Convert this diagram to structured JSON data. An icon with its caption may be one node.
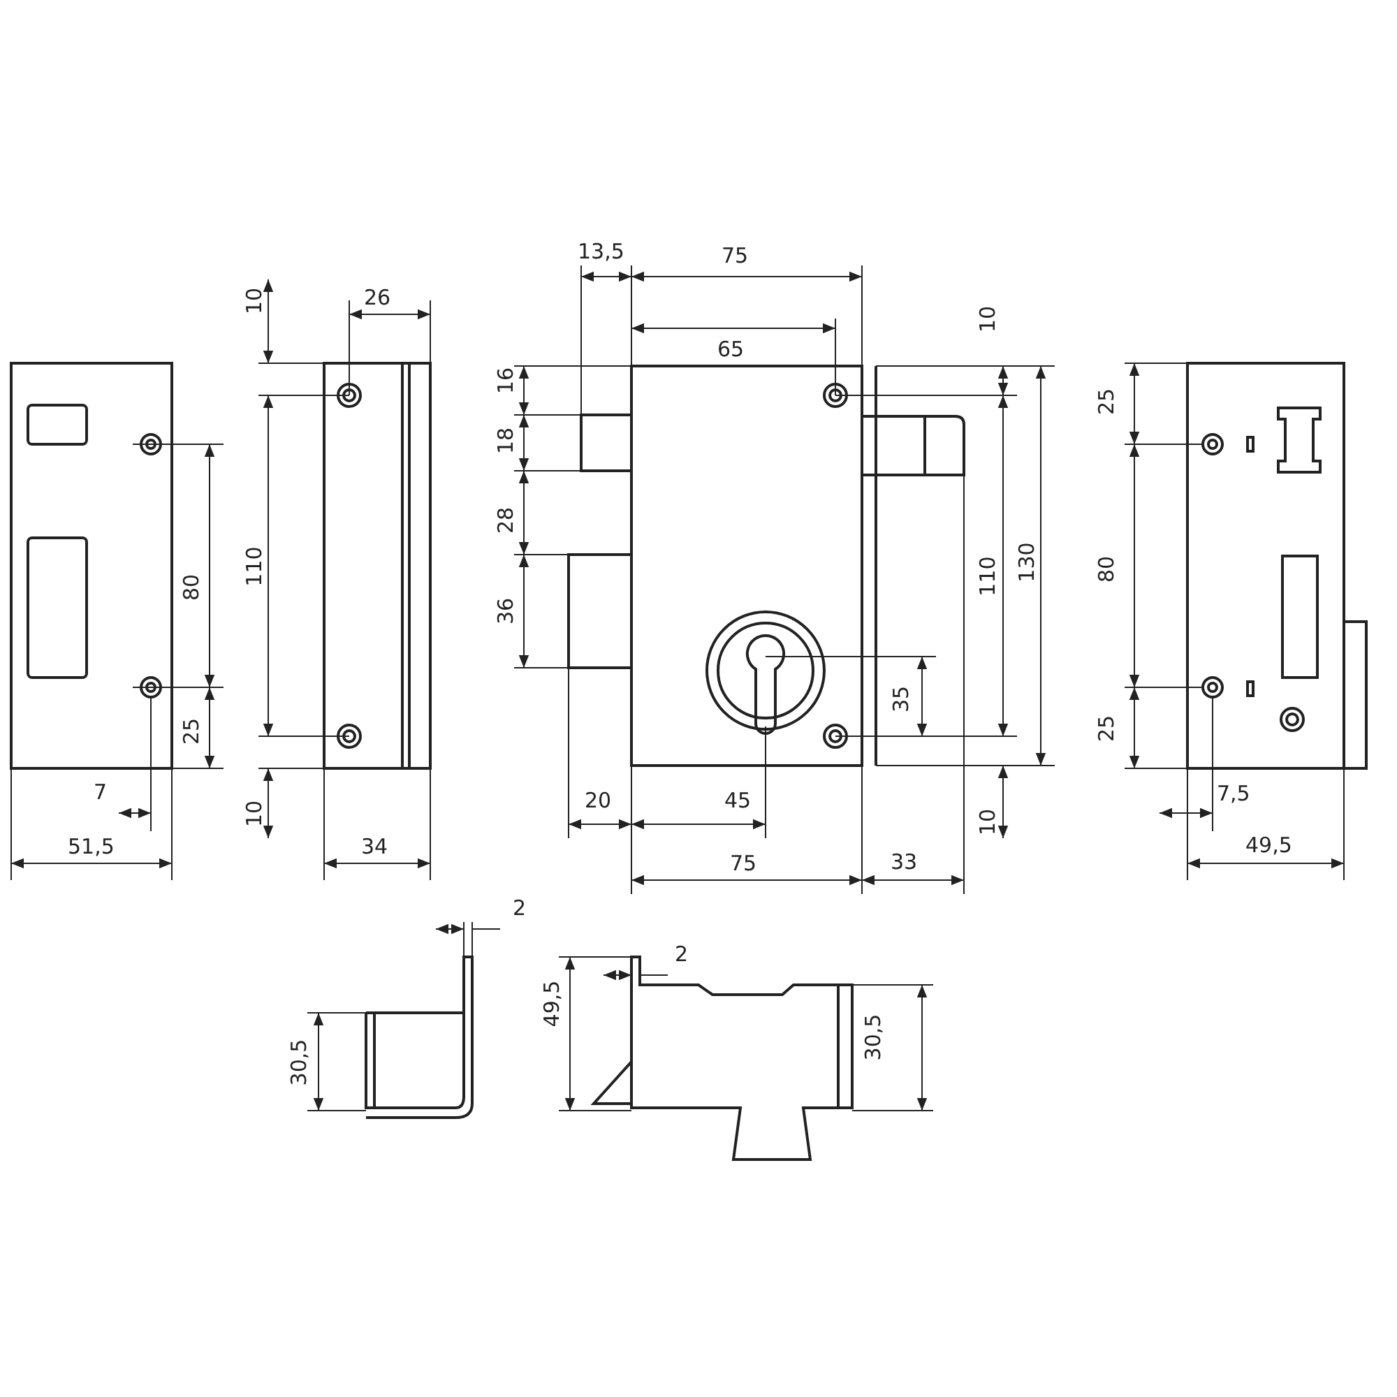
{
  "diagram": {
    "labels": [
      "13,5",
      "75",
      "26",
      "10",
      "10",
      "65",
      "16",
      "25",
      "18",
      "28",
      "80",
      "110",
      "110",
      "130",
      "80",
      "36",
      "35",
      "25",
      "25",
      "7",
      "20",
      "45",
      "7,5",
      "10",
      "10",
      "51,5",
      "34",
      "49,5",
      "75",
      "33",
      "2",
      "2",
      "49,5",
      "30,5",
      "30,5"
    ]
  }
}
